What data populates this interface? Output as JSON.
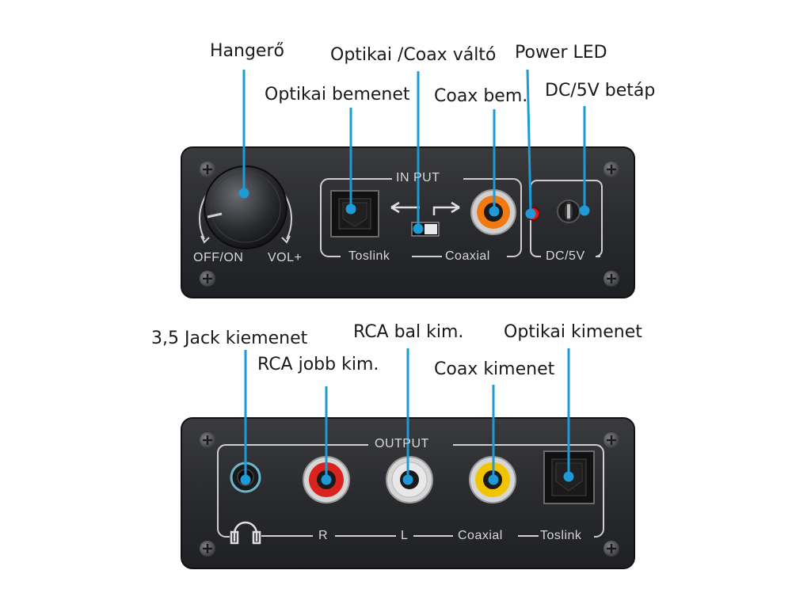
{
  "top_callouts": {
    "volume": "Hangerő",
    "switch": "Optikai /Coax váltó",
    "power_led": "Power LED",
    "optical_in": "Optikai bemenet",
    "coax_in": "Coax bem.",
    "dc_in": "DC/5V betáp"
  },
  "bottom_callouts": {
    "jack_out": "3,5 Jack kiemenet",
    "rca_left": "RCA bal kim.",
    "optical_out": "Optikai kimenet",
    "rca_right": "RCA jobb kim.",
    "coax_out": "Coax kimenet"
  },
  "input_panel": {
    "group_label": "IN PUT",
    "toslink": "Toslink",
    "coaxial": "Coaxial",
    "dc": "DC/5V",
    "off_on": "OFF/ON",
    "vol": "VOL+"
  },
  "output_panel": {
    "group_label": "OUTPUT",
    "r": "R",
    "l": "L",
    "coaxial": "Coaxial",
    "toslink": "Toslink"
  },
  "colors": {
    "callout_line": "#1e9ad6",
    "panel": "#2a2b2e",
    "rca_red": "#d8231f",
    "rca_white": "#e8e8e8",
    "rca_yellow": "#f2c400",
    "rca_orange": "#f07a10",
    "led_red": "#e01818"
  }
}
